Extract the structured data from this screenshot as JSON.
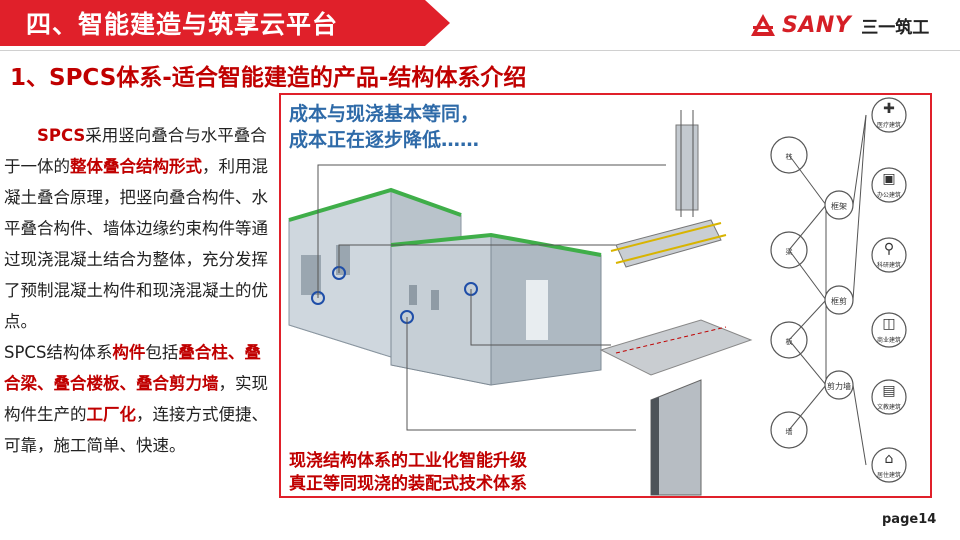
{
  "header": {
    "section_title": "四、智能建造与筑享云平台",
    "brand_name": "SANY",
    "brand_cn": "三一筑工",
    "accent_color": "#d51f26"
  },
  "subtitle": "1、SPCS体系-适合智能建造的产品-结构体系介绍",
  "body": {
    "p1": [
      {
        "text": "SPCS",
        "hl": true
      },
      {
        "text": "采用竖向叠合与水平叠合于一体的",
        "hl": false
      },
      {
        "text": "整体叠合结构形式",
        "hl": true
      },
      {
        "text": "，利用混凝土叠合原理，把竖向叠合构件、水平叠合构件、墙体边缘约束构件等通过现浇混凝土结合为整体，充分发挥了预制混凝土构件和现浇混凝土的优点。",
        "hl": false
      }
    ],
    "p2": [
      {
        "text": "SPCS结构体系",
        "hl": false
      },
      {
        "text": "构件",
        "hl": true
      },
      {
        "text": "包括",
        "hl": false
      },
      {
        "text": "叠合柱、叠合梁、叠合楼板、叠合剪力墙",
        "hl": true
      },
      {
        "text": "，实现构件生产的",
        "hl": false
      },
      {
        "text": "工厂化",
        "hl": true
      },
      {
        "text": "，连接方式便捷、可靠，施工简单、快速。",
        "hl": false
      }
    ]
  },
  "figure": {
    "caption_top_1": "成本与现浇基本等同，",
    "caption_top_2": "成本正在逐步降低……",
    "caption_bottom_1": "现浇结构体系的工业化智能升级",
    "caption_bottom_2": "真正等同现浇的装配式技术体系",
    "component_labels": [
      "柱",
      "梁",
      "板",
      "墙"
    ],
    "system_labels": [
      "框架",
      "框剪",
      "剪力墙"
    ],
    "building_labels": [
      "医疗建筑",
      "办公建筑",
      "科研建筑",
      "商业建筑",
      "文教建筑",
      "居住建筑"
    ],
    "icons": [
      "hospital-icon",
      "briefcase-icon",
      "microscope-icon",
      "shopping-bag-icon",
      "book-icon",
      "house-icon"
    ]
  },
  "page_number": "page14"
}
